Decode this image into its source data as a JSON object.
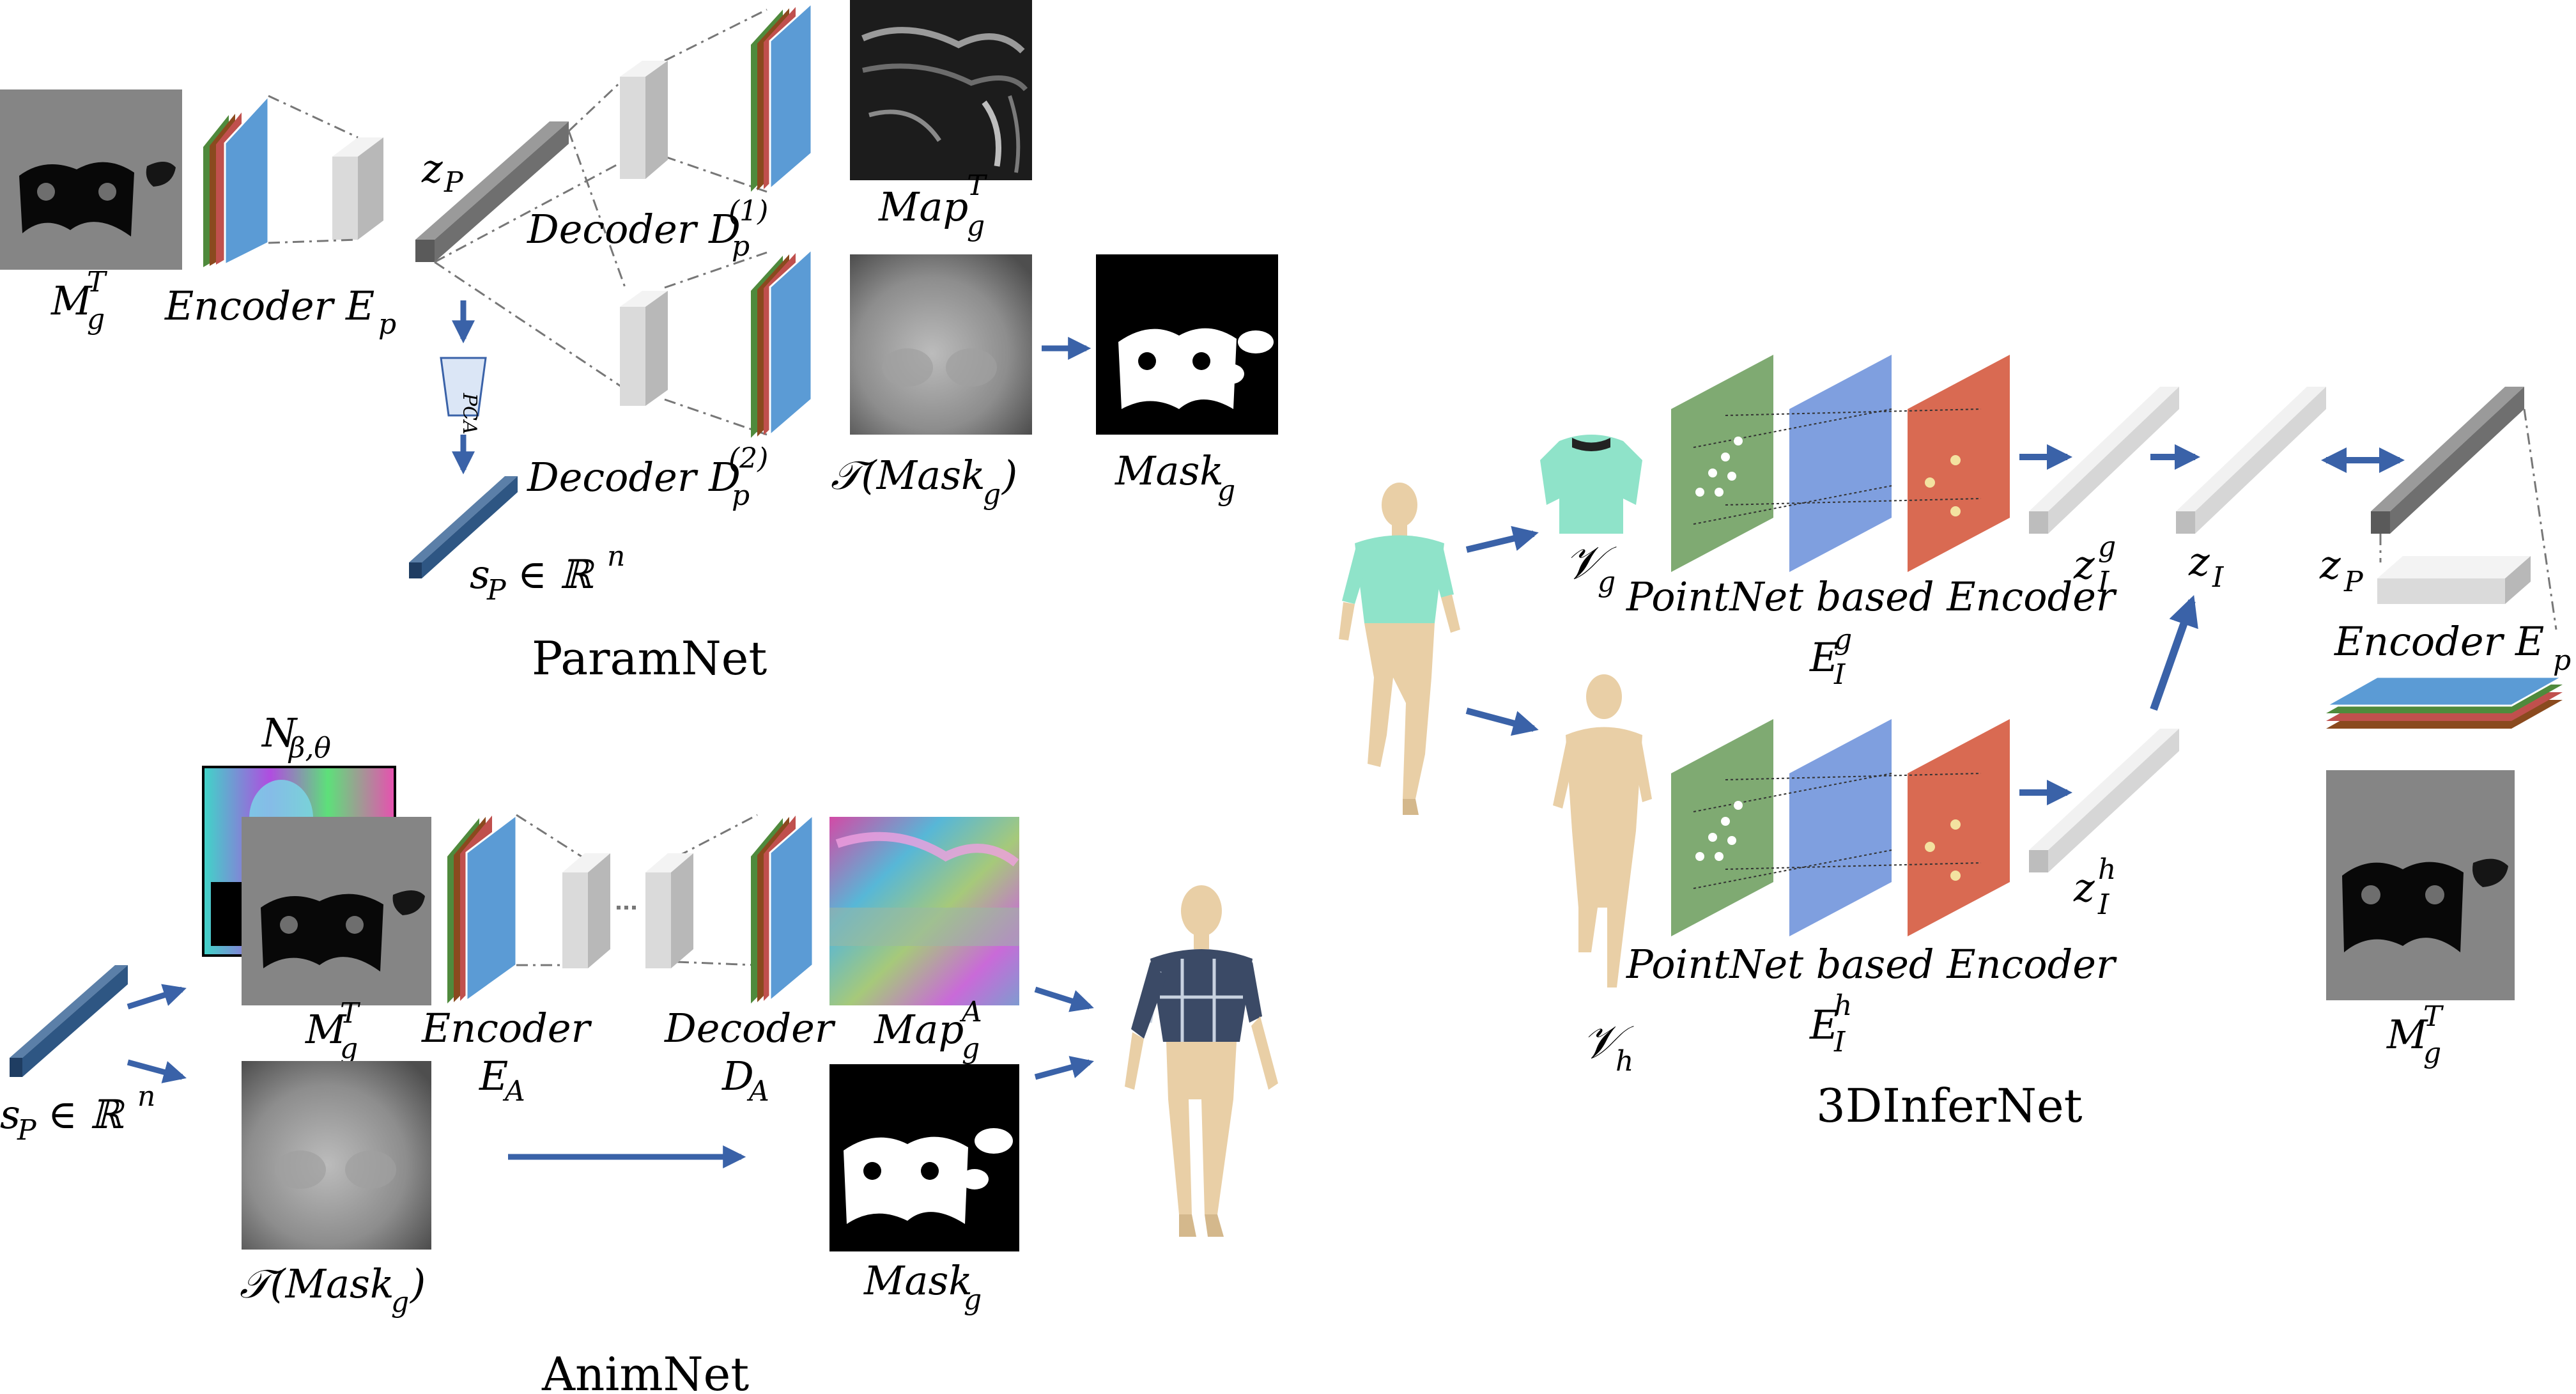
{
  "paramnet": {
    "title": "ParamNet",
    "input_map": "M",
    "input_map_sub": "g",
    "input_map_sup": "T",
    "encoder_label": "Encoder E",
    "encoder_sub": "p",
    "latent": "z",
    "latent_sub": "P",
    "decoder1": "Decoder D",
    "decoder1_sub": "p",
    "decoder1_sup": "(1)",
    "decoder2": "Decoder D",
    "decoder2_sub": "p",
    "decoder2_sup": "(2)",
    "map_out": "Map",
    "map_out_sub": "g",
    "map_out_sup": "T",
    "mask_t": "𝒯(Mask",
    "mask_t_sub": "g",
    "mask_t_close": ")",
    "mask": "Mask",
    "mask_sub": "g",
    "pca": "PCA",
    "shape_code": "s",
    "shape_code_sub": "P",
    "shape_code_rest": "∈ ℝ",
    "shape_code_sup": "n"
  },
  "animnet": {
    "title": "AnimNet",
    "normal_map": "N",
    "normal_map_sub": "β,θ",
    "input_map": "M",
    "input_map_sub": "g",
    "input_map_sup": "T",
    "encoder": "Encoder",
    "encoder_sym": "E",
    "encoder_sub": "A",
    "decoder": "Decoder",
    "decoder_sym": "D",
    "decoder_sub": "A",
    "map_out": "Map",
    "map_out_sub": "g",
    "map_out_sup": "A",
    "mask_t": "𝒯(Mask",
    "mask_t_sub": "g",
    "mask_t_close": ")",
    "mask": "Mask",
    "mask_sub": "g",
    "shape_code": "s",
    "shape_code_sub": "P",
    "shape_code_rest": "∈ ℝ",
    "shape_code_sup": "n"
  },
  "infernet": {
    "title": "3DInferNet",
    "garment": "𝒱",
    "garment_sub": "g",
    "human": "𝒱",
    "human_sub": "h",
    "pointnet_top": "PointNet based Encoder",
    "pointnet_bottom": "PointNet based Encoder",
    "enc_g": "E",
    "enc_g_sub": "I",
    "enc_g_sup": "g",
    "enc_h": "E",
    "enc_h_sub": "I",
    "enc_h_sup": "h",
    "zg": "z",
    "zg_sub": "I",
    "zg_sup": "g",
    "zh": "z",
    "zh_sub": "I",
    "zh_sup": "h",
    "zi": "z",
    "zi_sub": "I",
    "zp": "z",
    "zp_sub": "P",
    "encoder_label": "Encoder E",
    "encoder_sub": "p",
    "out_map": "M",
    "out_map_sub": "g",
    "out_map_sup": "T"
  },
  "colors": {
    "arrow": "#3a62a8",
    "layer_blue": "#5b9bd5",
    "layer_red": "#c0504d",
    "layer_green": "#4f8a3c",
    "layer_brown": "#8a4a1e",
    "shape_code": "#2e5683",
    "latent_dark": "#6f6f6f",
    "gray_map": "#858585",
    "pn_green": "#7faa72",
    "pn_blue": "#7f9fdf",
    "pn_red": "#d96a52",
    "shirt": "#8fe3c9",
    "skin": "#e9cfa6"
  }
}
